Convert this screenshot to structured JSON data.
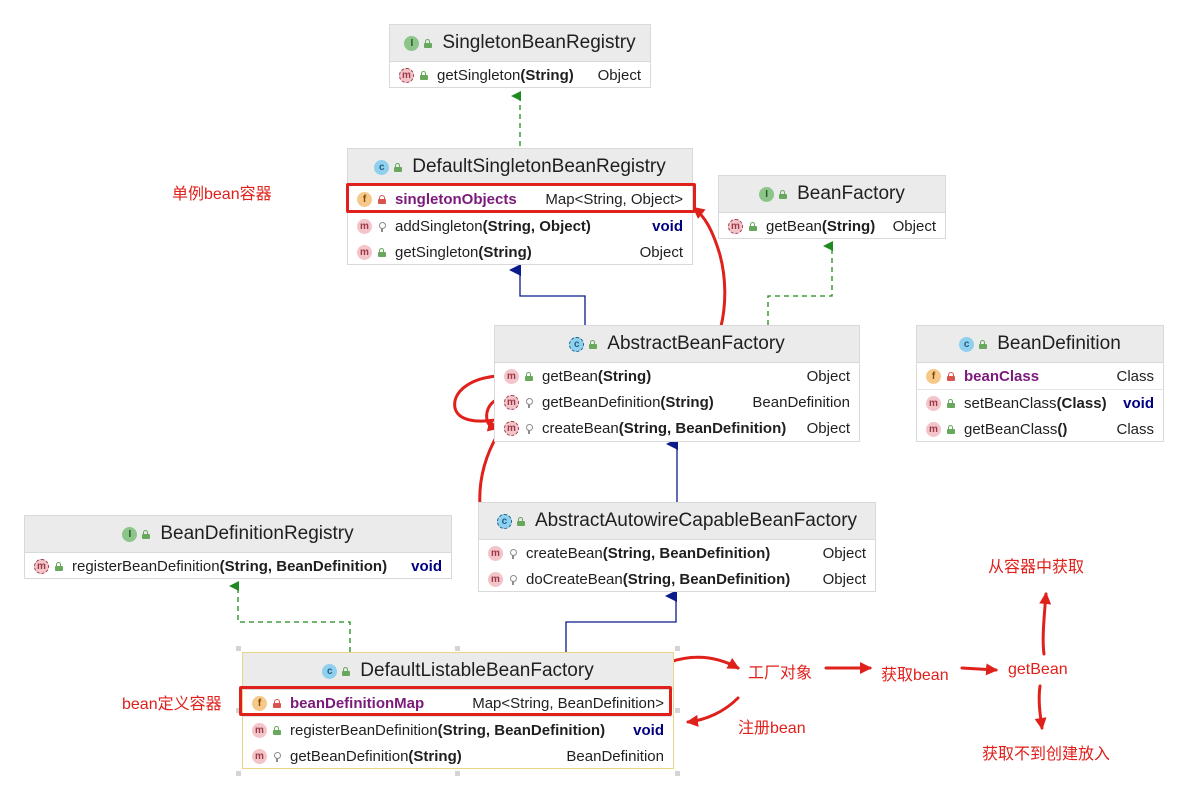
{
  "classes": {
    "singleton_registry": {
      "kind": "interface",
      "name": "SingletonBeanRegistry",
      "methods": [
        {
          "name": "getSingleton",
          "params": "(String)",
          "type": "Object"
        }
      ]
    },
    "default_singleton_registry": {
      "kind": "class",
      "name": "DefaultSingletonBeanRegistry",
      "fields": [
        {
          "name": "singletonObjects",
          "type": "Map<String, Object>"
        }
      ],
      "methods": [
        {
          "name": "addSingleton",
          "params": "(String, Object)",
          "type": "void"
        },
        {
          "name": "getSingleton",
          "params": "(String)",
          "type": "Object"
        }
      ]
    },
    "bean_factory": {
      "kind": "interface",
      "name": "BeanFactory",
      "methods": [
        {
          "name": "getBean",
          "params": "(String)",
          "type": "Object"
        }
      ]
    },
    "abstract_bean_factory": {
      "kind": "abstract class",
      "name": "AbstractBeanFactory",
      "methods": [
        {
          "name": "getBean",
          "params": "(String)",
          "type": "Object"
        },
        {
          "name": "getBeanDefinition",
          "params": "(String)",
          "type": "BeanDefinition"
        },
        {
          "name": "createBean",
          "params": "(String, BeanDefinition)",
          "type": "Object"
        }
      ]
    },
    "bean_definition": {
      "kind": "class",
      "name": "BeanDefinition",
      "fields": [
        {
          "name": "beanClass",
          "type": "Class"
        }
      ],
      "methods": [
        {
          "name": "setBeanClass",
          "params": "(Class)",
          "type": "void"
        },
        {
          "name": "getBeanClass",
          "params": "()",
          "type": "Class"
        }
      ]
    },
    "autowire_factory": {
      "kind": "abstract class",
      "name": "AbstractAutowireCapableBeanFactory",
      "methods": [
        {
          "name": "createBean",
          "params": "(String, BeanDefinition)",
          "type": "Object"
        },
        {
          "name": "doCreateBean",
          "params": "(String, BeanDefinition)",
          "type": "Object"
        }
      ]
    },
    "bean_def_registry": {
      "kind": "interface",
      "name": "BeanDefinitionRegistry",
      "methods": [
        {
          "name": "registerBeanDefinition",
          "params": "(String, BeanDefinition)",
          "type": "void"
        }
      ]
    },
    "default_listable_factory": {
      "kind": "class",
      "name": "DefaultListableBeanFactory",
      "fields": [
        {
          "name": "beanDefinitionMap",
          "type": "Map<String, BeanDefinition>"
        }
      ],
      "methods": [
        {
          "name": "registerBeanDefinition",
          "params": "(String, BeanDefinition)",
          "type": "void"
        },
        {
          "name": "getBeanDefinition",
          "params": "(String)",
          "type": "BeanDefinition"
        }
      ]
    }
  },
  "badges": {
    "interface": "I",
    "class": "c",
    "abstract": "c",
    "field": "f",
    "method": "m"
  },
  "annotations": {
    "singleton_container": "单例bean容器",
    "bean_def_container": "bean定义容器",
    "factory_object": "工厂对象",
    "get_bean_step": "获取bean",
    "get_bean_method": "getBean",
    "get_from_container": "从容器中获取",
    "create_if_missing": "获取不到创建放入",
    "register_bean": "注册bean"
  },
  "colors": {
    "implements_arrow": "#1f8a1f",
    "extends_arrow": "#0b1b8c",
    "annotation_red": "#e0201b",
    "field_name": "#7b1a7b",
    "keyword": "#000080"
  },
  "icons": {
    "interface_badge": "green-circle-I",
    "class_badge": "blue-circle-c",
    "method_badge": "pink-circle-m",
    "field_badge": "orange-circle-f",
    "public_visibility": "green-open-lock",
    "private_visibility": "red-lock",
    "package_visibility": "grey-key"
  }
}
